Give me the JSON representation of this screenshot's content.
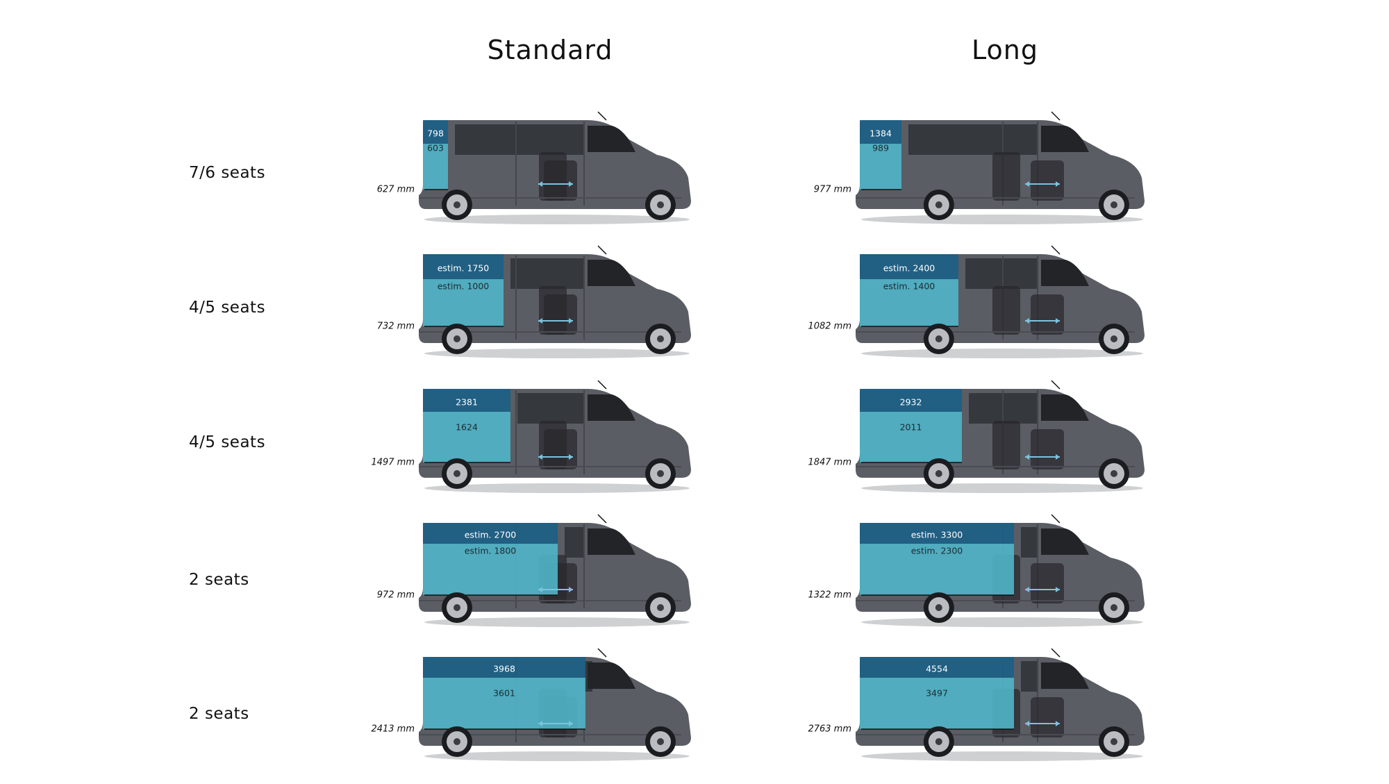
{
  "columns": [
    {
      "title": "Standard"
    },
    {
      "title": "Long"
    }
  ],
  "colors": {
    "cargo_upper": "#1f5f85",
    "cargo_lower": "#4fb3c6",
    "van_body": "#5a5d64",
    "van_dark": "#2f3136",
    "arrow": "#7cc3df"
  },
  "rows": [
    {
      "label": "7/6 seats",
      "standard": {
        "length_mm": "627 mm",
        "volume_roof": "798",
        "volume_floor": "603"
      },
      "long": {
        "length_mm": "977 mm",
        "volume_roof": "1384",
        "volume_floor": "989"
      }
    },
    {
      "label": "4/5 seats",
      "standard": {
        "length_mm": "732 mm",
        "volume_roof": "estim. 1750",
        "volume_floor": "estim. 1000"
      },
      "long": {
        "length_mm": "1082 mm",
        "volume_roof": "estim. 2400",
        "volume_floor": "estim. 1400"
      }
    },
    {
      "label": "4/5 seats",
      "standard": {
        "length_mm": "1497 mm",
        "volume_roof": "2381",
        "volume_floor": "1624"
      },
      "long": {
        "length_mm": "1847 mm",
        "volume_roof": "2932",
        "volume_floor": "2011"
      }
    },
    {
      "label": "2 seats",
      "standard": {
        "length_mm": "972 mm",
        "volume_roof": "estim. 2700",
        "volume_floor": "estim. 1800"
      },
      "long": {
        "length_mm": "1322 mm",
        "volume_roof": "estim. 3300",
        "volume_floor": "estim. 2300"
      }
    },
    {
      "label": "2 seats",
      "standard": {
        "length_mm": "2413 mm",
        "volume_roof": "3968",
        "volume_floor": "3601"
      },
      "long": {
        "length_mm": "2763 mm",
        "volume_roof": "4554",
        "volume_floor": "3497"
      }
    }
  ]
}
